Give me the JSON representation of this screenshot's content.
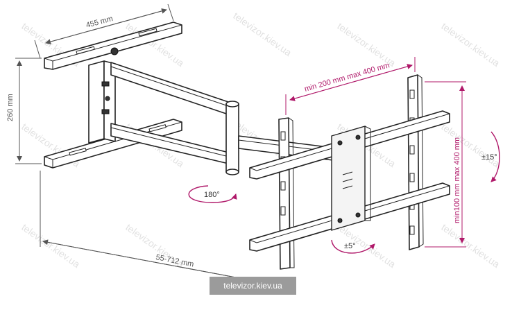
{
  "colors": {
    "dimension_gray": "#555555",
    "dimension_magenta": "#b0196a",
    "watermark": "#c9c9c9",
    "line": "#222222"
  },
  "watermark_text": "televizor.kiev.ua",
  "site_label": "televizor.kiev.ua",
  "dimensions": {
    "width_top": "455 mm",
    "height_left": "260 mm",
    "extension": "55-712 mm",
    "horizontal_vesa": "min 200 mm max 400 mm",
    "vertical_vesa": "min100 mm max 400 mm"
  },
  "rotations": {
    "swivel": "180°",
    "tilt": "±5°",
    "rotate": "±15°"
  }
}
